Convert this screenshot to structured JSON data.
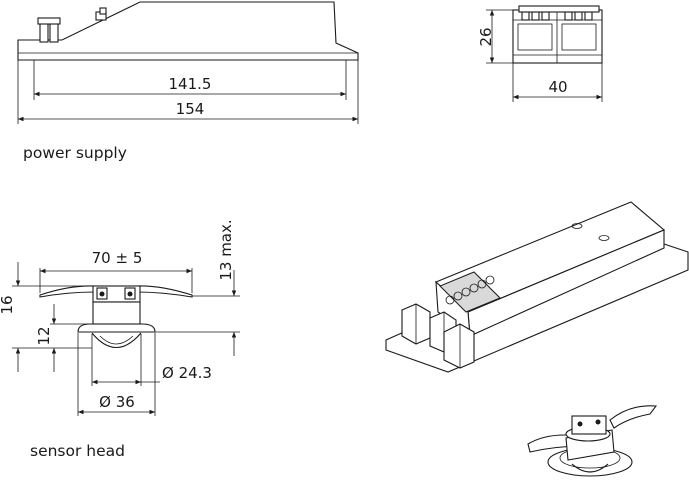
{
  "power_supply": {
    "caption": "power supply",
    "dim_length_inner": "141.5",
    "dim_length_outer": "154",
    "dim_height": "26",
    "dim_width": "40"
  },
  "sensor_head": {
    "caption": "sensor head",
    "dim_span": "70 ± 5",
    "dim_max": "13 max.",
    "dim_height_total": "16",
    "dim_height_body": "12",
    "dim_diameter_lens": "Ø 24.3",
    "dim_diameter_body": "Ø 36"
  }
}
